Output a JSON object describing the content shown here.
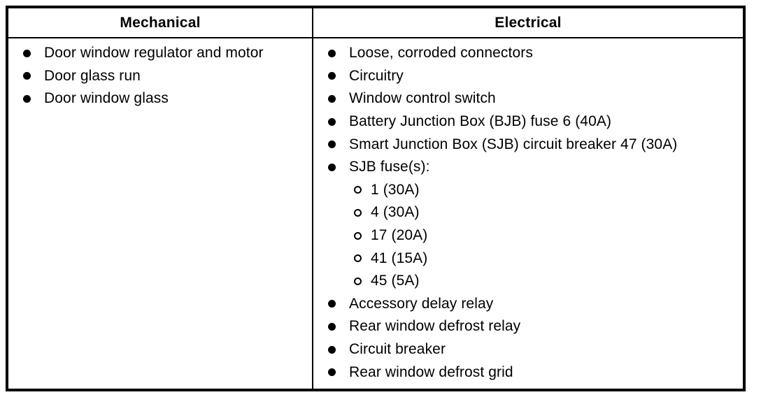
{
  "table": {
    "columns": [
      {
        "header": "Mechanical",
        "items": [
          {
            "text": "Door window regulator and motor",
            "level": 1
          },
          {
            "text": "Door glass run",
            "level": 1
          },
          {
            "text": "Door window glass",
            "level": 1
          }
        ]
      },
      {
        "header": "Electrical",
        "items": [
          {
            "text": "Loose, corroded connectors",
            "level": 1
          },
          {
            "text": "Circuitry",
            "level": 1
          },
          {
            "text": "Window control switch",
            "level": 1
          },
          {
            "text": "Battery Junction Box (BJB) fuse 6 (40A)",
            "level": 1
          },
          {
            "text": "Smart Junction Box (SJB) circuit breaker 47 (30A)",
            "level": 1
          },
          {
            "text": "SJB fuse(s):",
            "level": 1
          },
          {
            "text": "1 (30A)",
            "level": 2
          },
          {
            "text": "4 (30A)",
            "level": 2
          },
          {
            "text": "17 (20A)",
            "level": 2
          },
          {
            "text": "41 (15A)",
            "level": 2
          },
          {
            "text": "45 (5A)",
            "level": 2
          },
          {
            "text": "Accessory delay relay",
            "level": 1
          },
          {
            "text": "Rear window defrost relay",
            "level": 1
          },
          {
            "text": "Circuit breaker",
            "level": 1
          },
          {
            "text": "Rear window defrost grid",
            "level": 1
          }
        ]
      }
    ]
  },
  "colors": {
    "border": "#000000",
    "text": "#000000",
    "background": "#ffffff"
  }
}
